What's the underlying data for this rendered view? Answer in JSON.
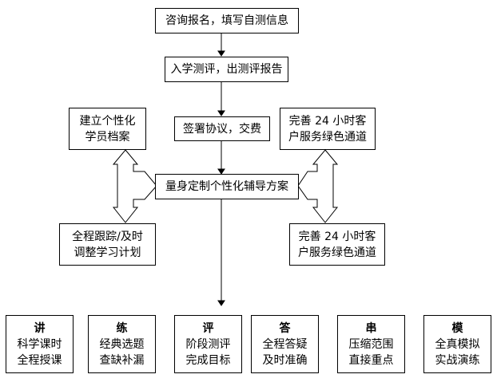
{
  "flow": {
    "step1": "咨询报名，填写自测信息",
    "step2": "入学测评，出测评报告",
    "step3": "签署协议，交费",
    "step4": "量身定制个性化辅导方案"
  },
  "left": {
    "top": [
      "建立个性化",
      "学员档案"
    ],
    "bottom": [
      "全程跟踪/及时",
      "调整学习计划"
    ]
  },
  "right": {
    "top": [
      "完善 24 小时客",
      "户服务绿色通道"
    ],
    "bottom": [
      "完善 24 小时客",
      "户服务绿色通道"
    ]
  },
  "methods": [
    {
      "title": "讲",
      "lines": [
        "科学课时",
        "全程授课"
      ]
    },
    {
      "title": "练",
      "lines": [
        "经典选题",
        "查缺补漏"
      ]
    },
    {
      "title": "评",
      "lines": [
        "阶段测评",
        "完成目标"
      ]
    },
    {
      "title": "答",
      "lines": [
        "全程答疑",
        "及时准确"
      ]
    },
    {
      "title": "串",
      "lines": [
        "压缩范围",
        "直接重点"
      ]
    },
    {
      "title": "模",
      "lines": [
        "全真模拟",
        "实战演练"
      ]
    }
  ]
}
